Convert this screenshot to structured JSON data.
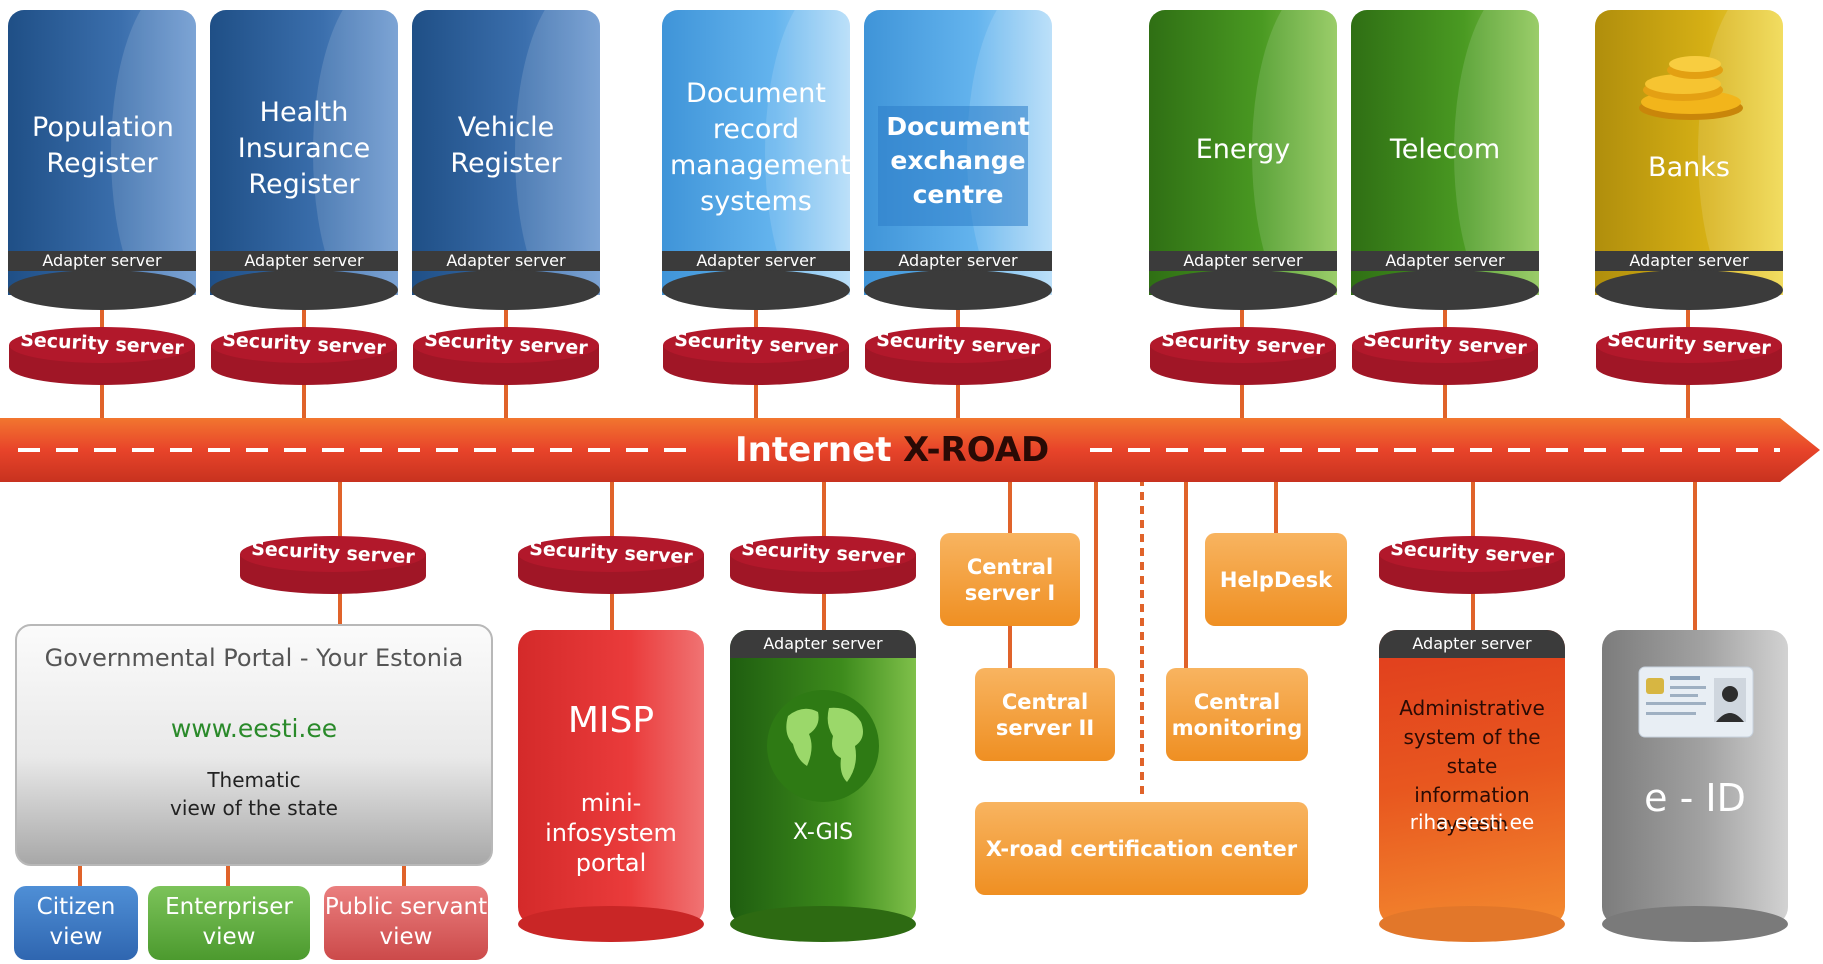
{
  "top_systems": [
    {
      "label": "Population Register",
      "band": "Adapter server",
      "security": "Security server"
    },
    {
      "label": "Health Insurance Register",
      "band": "Adapter server",
      "security": "Security server"
    },
    {
      "label": "Vehicle Register",
      "band": "Adapter server",
      "security": "Security server"
    },
    {
      "label": "Document record management systems",
      "band": "Adapter server",
      "security": "Security server"
    },
    {
      "label": "Document exchange centre",
      "band": "Adapter server",
      "security": "Security server"
    },
    {
      "label": "Energy",
      "band": "Adapter server",
      "security": "Security server"
    },
    {
      "label": "Telecom",
      "band": "Adapter server",
      "security": "Security server"
    },
    {
      "label": "Banks",
      "band": "Adapter server",
      "security": "Security server"
    }
  ],
  "road": {
    "internet": "Internet",
    "xroad": "X-ROAD"
  },
  "portal": {
    "security": "Security server",
    "title": "Governmental Portal - Your Estonia",
    "url": "www.eesti.ee",
    "line1": "Thematic",
    "line2": "view of the state",
    "views": [
      "Citizen view",
      "Enterpriser view",
      "Public servant view"
    ]
  },
  "misp": {
    "security": "Security server",
    "title": "MISP",
    "subtitle": "mini-infosystem portal"
  },
  "xgis": {
    "security": "Security server",
    "band": "Adapter server",
    "title": "X-GIS"
  },
  "central": {
    "server1": "Central server I",
    "server2": "Central server II",
    "helpdesk": "HelpDesk",
    "monitoring": "Central monitoring",
    "certification": "X-road certification center"
  },
  "riha": {
    "security": "Security server",
    "band": "Adapter server",
    "title": "Administrative system of the state information system",
    "url": "riha.eesti.ee"
  },
  "eid": {
    "title": "e - ID"
  },
  "colors": {
    "blue": "#2f5f99",
    "light_blue": "#4aa6e8",
    "green": "#3f8a1c",
    "yellow": "#d6b015",
    "security_red": "#a01626",
    "road": "#e8442a",
    "orange": "#f0952a"
  }
}
